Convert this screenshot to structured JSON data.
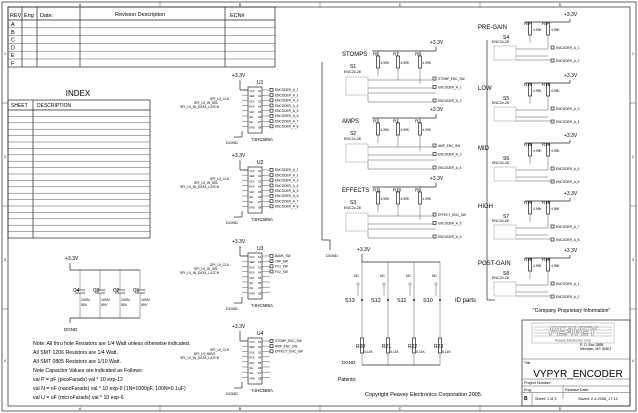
{
  "frame": {
    "cols_top": [
      "A",
      "B",
      "C",
      "D"
    ],
    "cols_bottom": [
      "A",
      "B",
      "C",
      "D"
    ],
    "rows_left": [
      "1",
      "2",
      "3",
      "4"
    ],
    "rows_right": [
      "1",
      "2",
      "3",
      "4"
    ]
  },
  "revision": {
    "headers": [
      "REV",
      "Eng",
      "Date:",
      "Revision Description",
      "ECN#"
    ],
    "rows": [
      "A",
      "B",
      "C",
      "D",
      "E",
      "F"
    ]
  },
  "index": {
    "title": "INDEX",
    "headers": [
      "SHEET",
      "DESCRIPTION"
    ]
  },
  "power_label": "+3.3V",
  "ground_label": "DGND",
  "sections": {
    "stomps": "STOMPS",
    "amps": "AMPS",
    "effects": "EFFECTS",
    "pregain": "PRE-GAIN",
    "low": "LOW",
    "mid": "MID",
    "high": "HIGH",
    "postgain": "POST-GAIN"
  },
  "encoders": [
    {
      "ref": "S1",
      "part": "ENC24-28",
      "net": "STOMP_ENC_SW"
    },
    {
      "ref": "S2",
      "part": "ENC24-28",
      "net": "AMP_ENC_SW"
    },
    {
      "ref": "S3",
      "part": "ENC24-28",
      "net": "EFFECT_ENC_SW"
    },
    {
      "ref": "S4",
      "part": "ENC24-28"
    },
    {
      "ref": "S5",
      "part": "ENC24-28"
    },
    {
      "ref": "S6",
      "part": "ENC24-28"
    },
    {
      "ref": "S7",
      "part": "ENC24-28"
    },
    {
      "ref": "S8",
      "part": "ENC24-28"
    }
  ],
  "resistors_left": [
    {
      "refs": [
        "R6",
        "R7",
        "R8"
      ],
      "value": "4.99K"
    },
    {
      "refs": [
        "R3",
        "R1",
        "R2"
      ],
      "value": "4.99K"
    },
    {
      "refs": [
        "R11",
        "R10",
        "R9"
      ],
      "value": "4.99K"
    }
  ],
  "resistors_right": [
    {
      "refs": [
        "R5",
        "R4"
      ],
      "value": "4.99K"
    },
    {
      "refs": [
        "R13",
        "R12"
      ],
      "value": "4.99K"
    },
    {
      "refs": [
        "R15",
        "R14"
      ],
      "value": "4.99K"
    },
    {
      "refs": [
        "R17",
        "R16"
      ],
      "value": "4.99K"
    },
    {
      "refs": [
        "R19",
        "R18"
      ],
      "value": "4.99K"
    }
  ],
  "shift_registers": [
    {
      "ref": "U1",
      "part": "74HC589A",
      "clk": "SPI_UI_CLK",
      "ser": "SPI_UI_IN_SEL",
      "latch": "SPI_UI_IN_DATA_LATCH"
    },
    {
      "ref": "U2",
      "part": "74HC589A",
      "clk": "SPI_UI_CLK",
      "ser": "SPI_UI_IN_SEL",
      "latch": "SPI_UI_IN_DATA_LATCH"
    },
    {
      "ref": "U3",
      "part": "74HC589A",
      "clk": "SPI_UI_CLK",
      "ser": "SPI_UI_IN_SEL",
      "latch": "SPI_UI_IN_DATA_LATCH"
    },
    {
      "ref": "U4",
      "part": "74HC589A",
      "clk": "SPI_UI_CLK",
      "ser": "SPI_UI_MISO",
      "latch": "SPI_UI_IN_DATA_LATCH"
    }
  ],
  "chip_pins": [
    "VCC",
    "SER",
    "SCK",
    "RCK",
    "SLD",
    "QH",
    "OE",
    "GND"
  ],
  "encoder_nets": [
    "ENCODER_A_1",
    "ENCODER_A_2",
    "ENCODER_A_3",
    "ENCODER_A_4",
    "ENCODER_A_5",
    "ENCODER_A_6",
    "ENCODER_A_7",
    "ENCODER_A_8"
  ],
  "u3_nets": [
    "BANK_SW",
    "TAP_SW",
    "FX1_SW",
    "FX2_SW"
  ],
  "u4_nets": [
    "STOMP_ENC_SW",
    "AMP_ENC_SW",
    "EFFECT_ENC_SW"
  ],
  "capacitors": [
    {
      "ref": "C4",
      "value": "100N",
      "volt": "50V"
    },
    {
      "ref": "C3",
      "value": "100N",
      "volt": "50V"
    },
    {
      "ref": "C2",
      "value": "100N",
      "volt": "50V"
    },
    {
      "ref": "C1",
      "value": "100N",
      "volt": "50V"
    }
  ],
  "switches": [
    "S13",
    "S12",
    "S11",
    "S10"
  ],
  "pullups": [
    {
      "ref": "R20",
      "value": "5.11K"
    },
    {
      "ref": "R21",
      "value": "5.11K"
    },
    {
      "ref": "R22",
      "value": "5.11K"
    },
    {
      "ref": "R23",
      "value": "5.11K"
    }
  ],
  "nc_label": "NC",
  "id_parts": "ID parts",
  "notes": [
    "Note: All thru hole Resistors are 1/4 Watt unless otherwise indicated.",
    "All SMT 1206 Resistors are 1/4 Watt.",
    "All SMT 0805 Resistors are 1/10 Watt.",
    "Note Capacitor Values are indicated as Follows:",
    "val P = pF (picoFarads) val * 10 exp-12",
    "val N = nF (nanoFarads) val * 10 exp-9 (1N=1000pF, 100N=0.1uF)",
    "val U = uF (microFarads) val * 10 exp-6"
  ],
  "patents": "Patents:",
  "copyright": "Copyright Peavey Electronics Corporation 2005.",
  "proprietary": "\"Company Proprietary Information\"",
  "title_block": {
    "logo": "PEAVEY",
    "company": "Peavey Electronics Corp",
    "address1": "P. O. Box 2898",
    "address2": "Meridian, MS 39301",
    "title_label": "Title",
    "title": "VYPYR_ENCODER",
    "project_label": "Project Number:",
    "eng_label": "Eng:",
    "release_label": "Release Date:",
    "size": "B",
    "sheet": "Sheet: 1  of 3",
    "saved": "Saved: 2-4-2008_17:12"
  }
}
